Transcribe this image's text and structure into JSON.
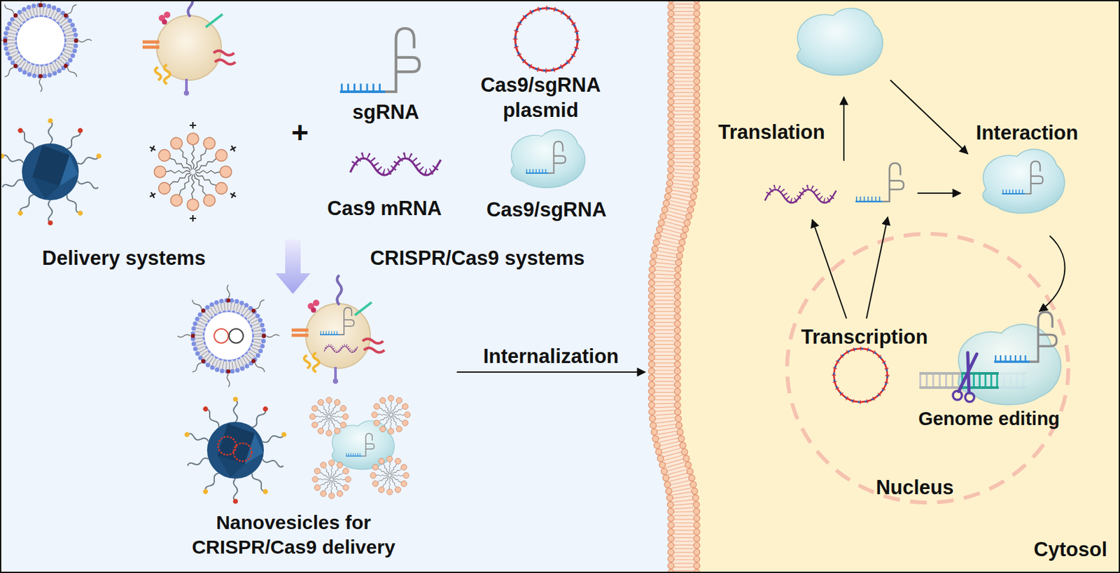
{
  "diagram": {
    "nodes": [
      {
        "text": [
          "Nanovesicles for CRISPR/Cas9 delivery"
        ]
      },
      {
        "text": [
          "Cytosol"
        ]
      },
      {
        "text": [
          "Nucleus"
        ],
        "in": 1
      }
    ],
    "edges": [
      {
        "from": 0,
        "to": 1,
        "label": "Internalization",
        "arrow": "to"
      }
    ],
    "labels": [
      "Delivery systems",
      "+",
      "sgRNA",
      "Cas9/sgRNA plasmid",
      "Cas9 mRNA",
      "Cas9/sgRNA",
      "CRISPR/Cas9 systems",
      "Translation",
      "Interaction",
      "Transcription",
      "Genome editing"
    ]
  }
}
